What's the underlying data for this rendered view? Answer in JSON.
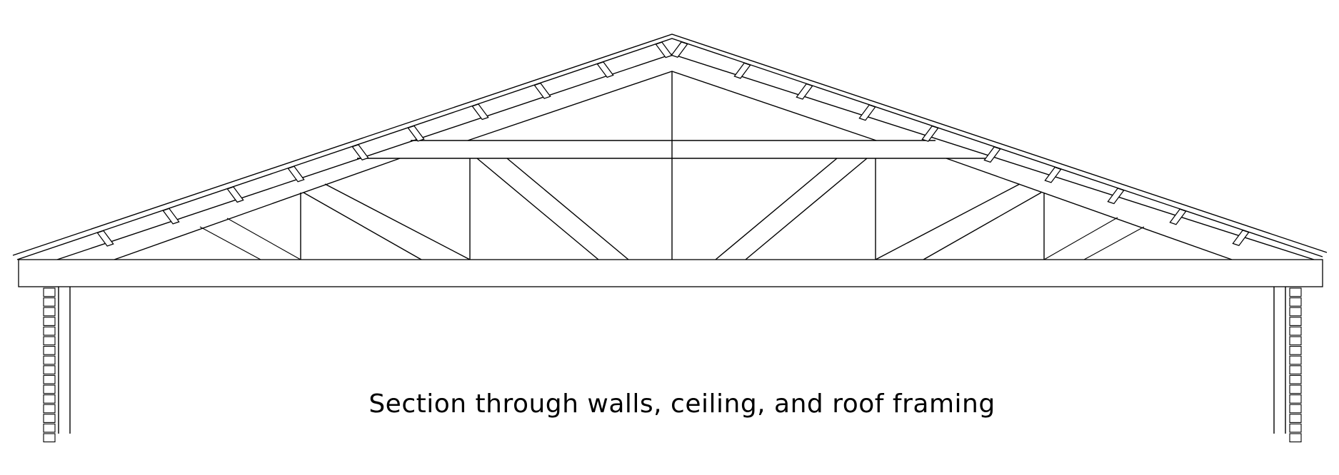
{
  "caption": "Section through walls, ceiling, and roof framing",
  "colors": {
    "line": "#000000",
    "background": "#ffffff"
  },
  "components": [
    "roof-sheathing",
    "purlins",
    "rafters",
    "truss-webs",
    "collar-tie",
    "ceiling-beam",
    "brick-walls",
    "wall-studs"
  ]
}
